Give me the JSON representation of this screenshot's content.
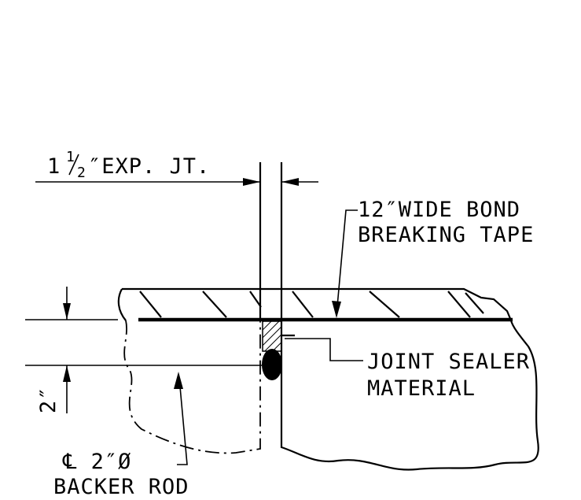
{
  "labels": {
    "expansion_joint": {
      "whole": "1",
      "fraction_num": "1",
      "fraction_den": "2",
      "rest": "″EXP. JT."
    },
    "bond_tape_line1": "12″WIDE BOND",
    "bond_tape_line2": "BREAKING TAPE",
    "sealer_line1": "JOINT SEALER",
    "sealer_line2": "MATERIAL",
    "depth_dim": "2″",
    "backer_line1": "℄ 2″Ø",
    "backer_line2": "BACKER ROD"
  },
  "colors": {
    "ink": "#000000",
    "paper": "#ffffff"
  }
}
